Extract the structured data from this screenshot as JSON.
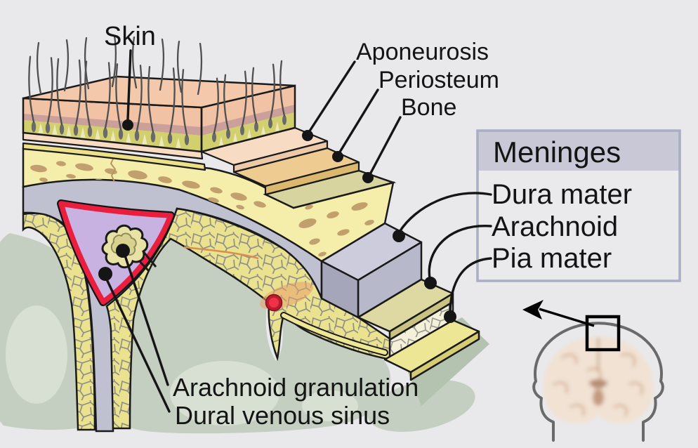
{
  "figure": {
    "labels": {
      "skin": "Skin",
      "aponeurosis": "Aponeurosis",
      "periosteum": "Periosteum",
      "bone": "Bone",
      "arachnoid_granulation": "Arachnoid granulation",
      "dural_venous_sinus": "Dural venous sinus"
    },
    "legend": {
      "title": "Meninges",
      "items": [
        "Dura mater",
        "Arachnoid",
        "Pia mater"
      ]
    },
    "palette": {
      "background": "#e9e9eb",
      "skin_top": "#f4c8aa",
      "epidermis": "#f2c2a4",
      "dermis": "#cba09a",
      "subcutaneous": "#d2d06e",
      "aponeurosis": "#f8dbc3",
      "aponeurosis_edge": "#ecc9a8",
      "periosteum": "#eecb90",
      "periosteum_edge": "#dcb76e",
      "periosteum_strip": "#ece188",
      "bone_face": "#f4eeaa",
      "bone_top": "#d8d4a0",
      "bone_marrow": "#c2a06e",
      "dura": "#bfc1d0",
      "dura_step_top": "#ccccdc",
      "dura_step_front": "#b7b8ca",
      "dura_step_left": "#a5a6ba",
      "arachnoid_step": "#ded9a3",
      "arachnoid_step_edge": "#c9c283",
      "web_bg": "#eae28f",
      "web_bg_light": "#f4f0da",
      "web_line": "#8f8f85",
      "pia": "#ede695",
      "pia_edge": "#d6cc74",
      "sinus_fill": "#c8b2e2",
      "sinus_border": "#ea1e3f",
      "granulation": "#e8e2a4",
      "vessel_core": "#f13148",
      "vessel_ring": "#b81c2e",
      "brain": "#c4cfc2",
      "brain_light": "#d8e0d4",
      "brain_shadow": "#b4c2b0",
      "outline": "#1a1a1a",
      "label_text": "#141414",
      "legend_header_bg": "#c8c8d6",
      "legend_body_bg": "#eaeaed",
      "legend_border": "#a9aec2",
      "head_outline": "#6a6a6a"
    }
  }
}
